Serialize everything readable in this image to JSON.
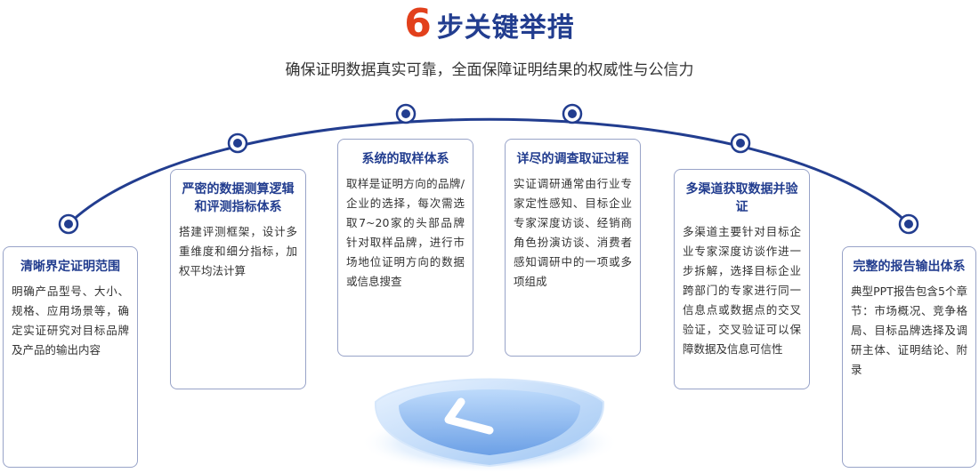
{
  "header": {
    "title_number": "6",
    "title_text": "步关键举措",
    "subtitle": "确保证明数据真实可靠，全面保障证明结果的权威性与公信力"
  },
  "steps": [
    {
      "title": "清晰界定证明范围",
      "body": "明确产品型号、大小、规格、应用场景等，确定实证研究对目标品牌及产品的输出内容"
    },
    {
      "title": "严密的数据测算逻辑和评测指标体系",
      "body": "搭建评测框架，设计多重维度和细分指标，加权平均法计算"
    },
    {
      "title": "系统的取样体系",
      "body": "取样是证明方向的品牌/企业的选择，每次需选取7~20家的头部品牌针对取样品牌，进行市场地位证明方向的数据或信息搜查"
    },
    {
      "title": "详尽的调查取证过程",
      "body": "实证调研通常由行业专家定性感知、目标企业专家深度访谈、经销商角色扮演访谈、消费者感知调研中的一项或多项组成"
    },
    {
      "title": "多渠道获取数据并验证",
      "body": "多渠道主要针对目标企业专家深度访谈作进一步拆解，选择目标企业跨部门的专家进行同一信息点或数据点的交叉验证，交叉验证可以保障数据及信息可信性"
    },
    {
      "title": "完整的报告输出体系",
      "body": "典型PPT报告包含5个章节：市场概况、竞争格局、目标品牌选择及调研主体、证明结论、附录"
    }
  ],
  "colors": {
    "accent_red": "#e2401c",
    "brand_blue": "#223d8f",
    "border": "#98a3c8"
  },
  "icons": {
    "center": "shield-checkmark-icon"
  }
}
